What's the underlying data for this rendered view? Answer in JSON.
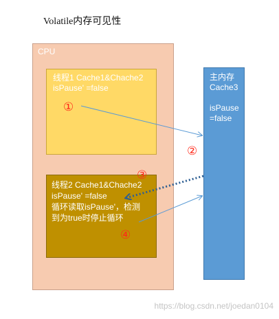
{
  "title": "Volatile内存可见性",
  "cpu": {
    "label": "CPU"
  },
  "thread1": {
    "line1": "线程1 Cache1&Chache2",
    "line2": "isPause' =false"
  },
  "thread2": {
    "line1": "线程2 Cache1&Chache2",
    "line2": "isPause' =false",
    "line3": "循环读取isPause'，检测",
    "line4": "到为true时停止循环"
  },
  "main_memory": {
    "line1": "主内存",
    "line2": "Cache3",
    "line3": "isPause",
    "line4": "=false"
  },
  "steps": [
    "①",
    "②",
    "③",
    "④"
  ],
  "watermark": "https://blog.csdn.net/joedan0104",
  "colors": {
    "cpu": "#f7cbb0",
    "thread1": "#ffd966",
    "thread2": "#bf9000",
    "main_memory": "#5b9bd5",
    "step": "#ff2a1a",
    "arrow": "#5b9bd5",
    "dotted_arrow": "#2e5f93"
  }
}
